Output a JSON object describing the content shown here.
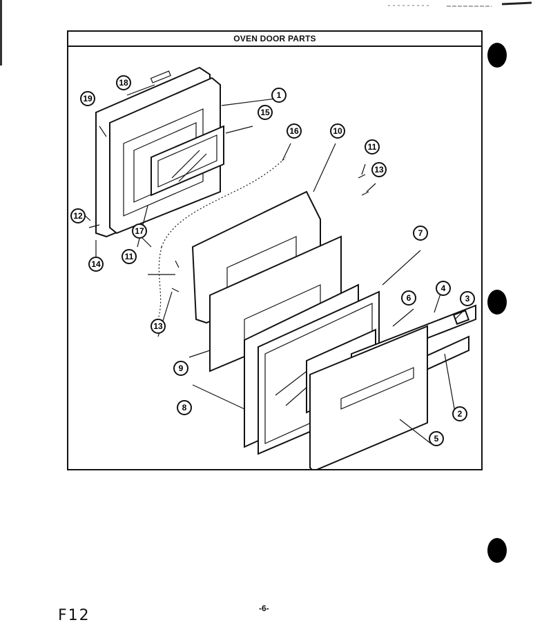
{
  "page": {
    "title": "OVEN DOOR PARTS",
    "page_number": "-6-",
    "footer_code": "F12"
  },
  "callouts": [
    "1",
    "2",
    "3",
    "4",
    "5",
    "6",
    "7",
    "8",
    "9",
    "10",
    "11",
    "12",
    "13",
    "14",
    "15",
    "16",
    "17",
    "18",
    "19"
  ],
  "colors": {
    "ink": "#111111",
    "paper": "#ffffff"
  },
  "icons": [
    "punch-hole-icon"
  ]
}
